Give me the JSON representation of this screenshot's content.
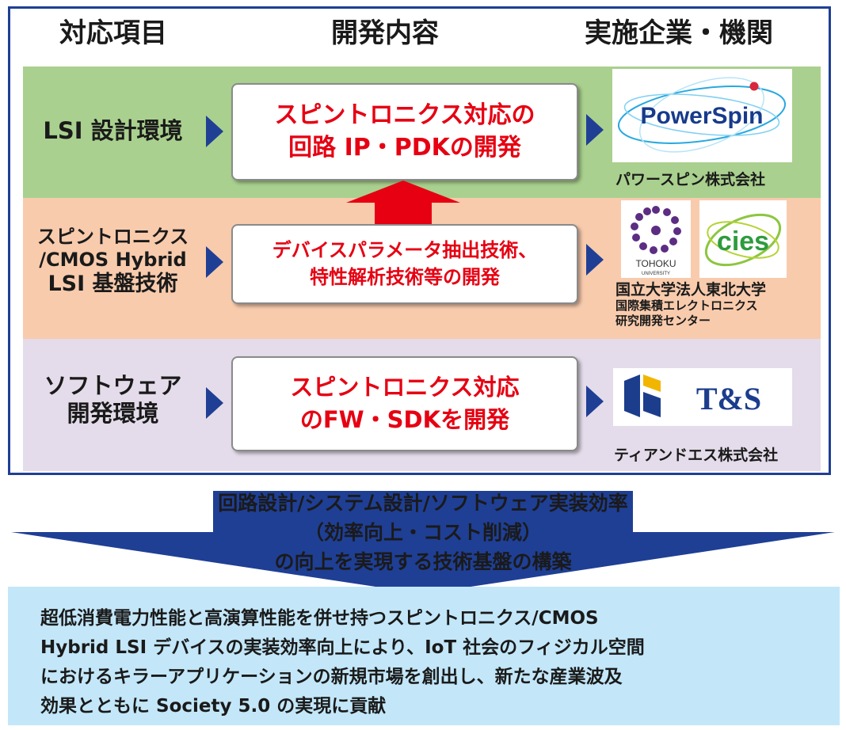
{
  "headers": {
    "col1": "対応項目",
    "col2": "開発内容",
    "col3": "実施企業・機関"
  },
  "rows": [
    {
      "item_lines": [
        "LSI 設計環境"
      ],
      "content_lines": [
        "スピントロニクス対応の",
        "回路 IP・PDKの開発"
      ],
      "org_captions": [
        "パワースピン株式会社"
      ],
      "logo_text": "PowerSpin",
      "band_color": "#a9d08e"
    },
    {
      "item_lines": [
        "スピントロニクス",
        "/CMOS Hybrid",
        "LSI 基盤技術"
      ],
      "content_lines": [
        "デバイスパラメータ抽出技術、",
        "特性解析技術等の開発"
      ],
      "org_captions": [
        "国立大学法人東北大学",
        "国際集積エレクトロニクス",
        "研究開発センター"
      ],
      "logo_text": [
        "TOHOKU",
        "UNIVERSITY",
        "cies"
      ],
      "band_color": "#f8cbad"
    },
    {
      "item_lines": [
        "ソフトウェア",
        "開発環境"
      ],
      "content_lines": [
        "スピントロニクス対応",
        "のFW・SDKを開発"
      ],
      "org_captions": [
        "ティアンドエス株式会社"
      ],
      "logo_text": "T&S",
      "band_color": "#e4dcea"
    }
  ],
  "flow_text": [
    "回路設計/システム設計/ソフトウェア実装効率",
    "（効率向上・コスト削減）",
    "の向上を実現する技術基盤の構築"
  ],
  "result_text": [
    "超低消費電力性能と高演算性能を併せ持つスピントロニクス/CMOS",
    "Hybrid LSI デバイスの実装効率向上により、IoT 社会のフィジカル空間",
    "におけるキラーアプリケーションの新規市場を創出し、新たな産業波及",
    "効果とともに Society 5.0 の実現に貢献"
  ],
  "colors": {
    "frame": "#1f3f95",
    "arrow_blue": "#1f3f95",
    "arrow_red": "#e60012",
    "content_text": "#e60012",
    "result_bg": "#c3e7f9"
  }
}
